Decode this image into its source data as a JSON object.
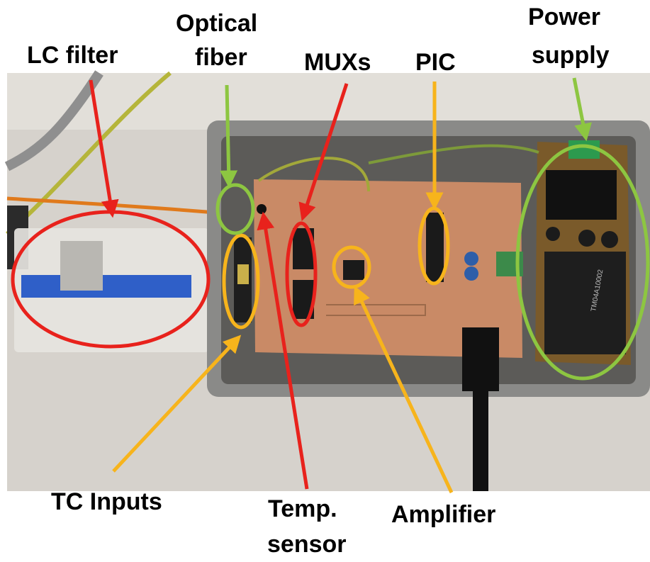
{
  "labels": {
    "lc_filter": "LC filter",
    "optical_fiber_line1": "Optical",
    "optical_fiber_line2": "fiber",
    "muxs": "MUXs",
    "pic": "PIC",
    "power_supply_line1": "Power",
    "power_supply_line2": "supply",
    "tc_inputs": "TC Inputs",
    "temp_sensor_line1": "Temp.",
    "temp_sensor_line2": "sensor",
    "amplifier": "Amplifier"
  },
  "board_text": {
    "transformer_text": "TM04A10002"
  },
  "colors": {
    "red": "#e8221c",
    "green": "#8dc641",
    "yellow": "#f7b41c",
    "pcb": "#c98a66",
    "enclosure": "#8a8a88"
  }
}
